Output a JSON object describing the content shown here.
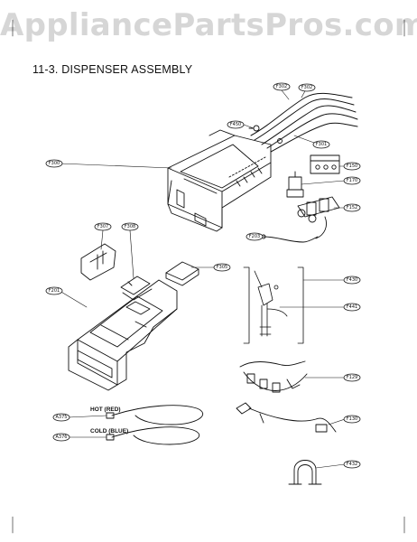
{
  "watermark": "AppliancePartsPros.com",
  "section_title": "11-3. DISPENSER ASSEMBLY",
  "hoses": {
    "hot_label": "HOT (RED)",
    "cold_label": "COLD (BLUE)"
  },
  "callouts": [
    {
      "id": "c-f302-a",
      "text": "F302"
    },
    {
      "id": "c-f302-b",
      "text": "F302"
    },
    {
      "id": "c-f450",
      "text": "F450"
    },
    {
      "id": "c-f301",
      "text": "F301"
    },
    {
      "id": "c-f300",
      "text": "F300"
    },
    {
      "id": "c-f150",
      "text": "F150"
    },
    {
      "id": "c-f170",
      "text": "F170"
    },
    {
      "id": "c-f152",
      "text": "F152"
    },
    {
      "id": "c-f307",
      "text": "F307"
    },
    {
      "id": "c-f308",
      "text": "F308"
    },
    {
      "id": "c-f203",
      "text": "F203"
    },
    {
      "id": "c-f305",
      "text": "F305"
    },
    {
      "id": "c-f430",
      "text": "F430"
    },
    {
      "id": "c-f441",
      "text": "F441"
    },
    {
      "id": "c-f129",
      "text": "F129"
    },
    {
      "id": "c-f130",
      "text": "F130"
    },
    {
      "id": "c-f432",
      "text": "F432"
    },
    {
      "id": "c-f201",
      "text": "F201"
    },
    {
      "id": "c-a375",
      "text": "A375"
    },
    {
      "id": "c-a376",
      "text": "A376"
    }
  ],
  "colors": {
    "ink": "#111111",
    "watermark": "#d6d6d6"
  }
}
